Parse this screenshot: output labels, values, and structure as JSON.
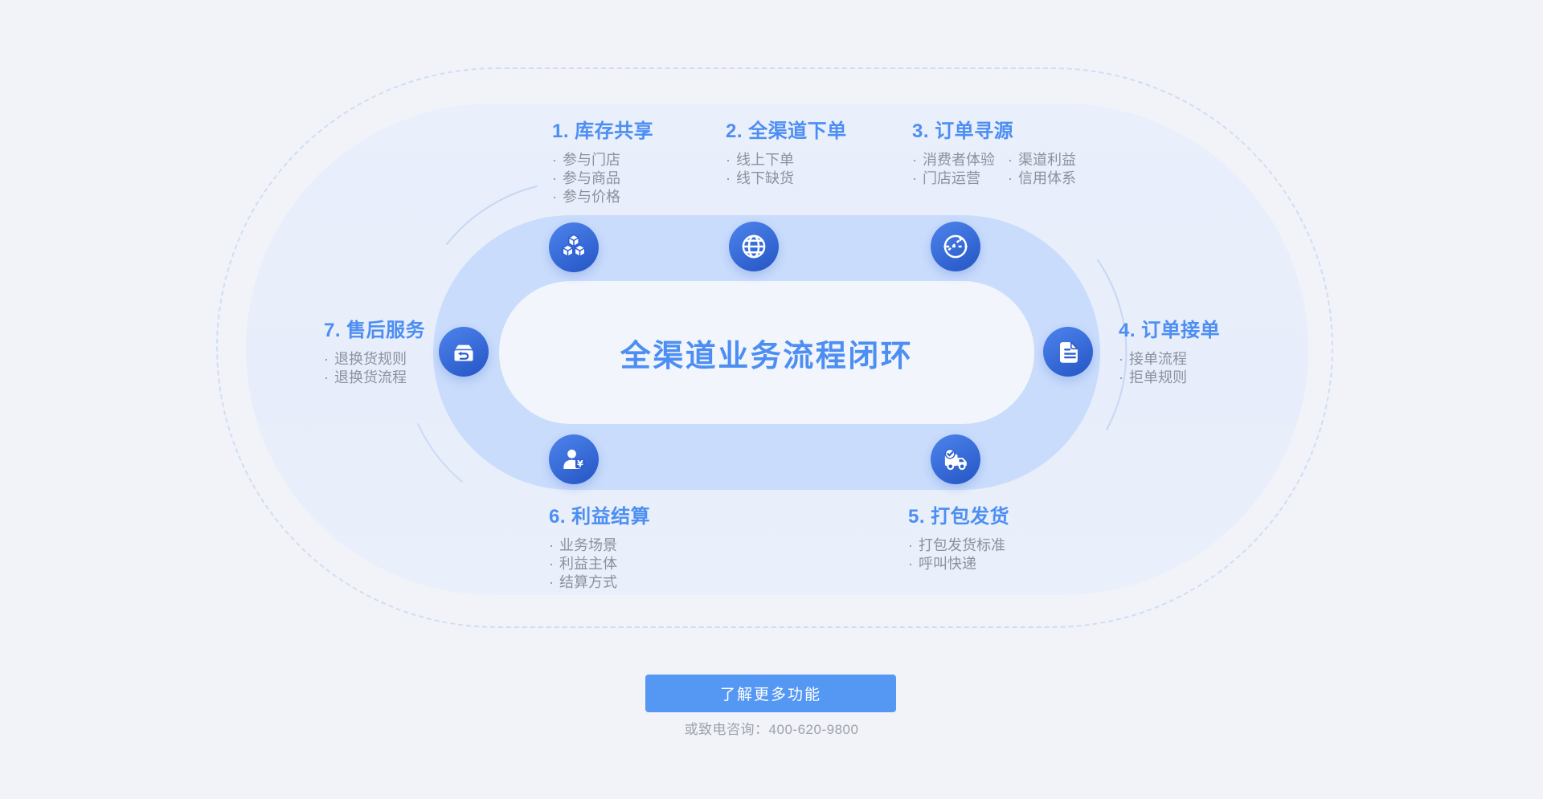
{
  "page": {
    "background": "#F2F3F8"
  },
  "diagram": {
    "center_title": "全渠道业务流程闭环",
    "bullet": "·",
    "steps": [
      {
        "title": "1. 库存共享",
        "icon": "cubes-icon",
        "items": [
          "参与门店",
          "参与商品",
          "参与价格"
        ]
      },
      {
        "title": "2. 全渠道下单",
        "icon": "globe-icon",
        "items": [
          "线上下单",
          "线下缺货"
        ]
      },
      {
        "title": "3. 订单寻源",
        "icon": "route-circle-icon",
        "items": [
          "消费者体验",
          "门店运营"
        ],
        "items2": [
          "渠道利益",
          "信用体系"
        ]
      },
      {
        "title": "4. 订单接单",
        "icon": "order-document-icon",
        "items": [
          "接单流程",
          "拒单规则"
        ]
      },
      {
        "title": "5. 打包发货",
        "icon": "delivery-truck-icon",
        "items": [
          "打包发货标准",
          "呼叫快递"
        ]
      },
      {
        "title": "6. 利益结算",
        "icon": "person-yuan-icon",
        "items": [
          "业务场景",
          "利益主体",
          "结算方式"
        ]
      },
      {
        "title": "7. 售后服务",
        "icon": "return-box-icon",
        "items": [
          "退换货规则",
          "退换货流程"
        ]
      }
    ]
  },
  "cta": {
    "button_label": "了解更多功能",
    "phone_note": "或致电咨询：400-620-9800"
  },
  "colors": {
    "accent_blue": "#4C8EF2",
    "ring_blue": "#C9DCFC",
    "panel_blue": "#E8EEFA",
    "inner_panel": "#F2F5FC",
    "button_blue": "#5598F3",
    "icon_gradient_start": "#4E83EC",
    "icon_gradient_end": "#2456C4",
    "icon_line_blue": "#2B5FD3",
    "body_text": "#8B919D",
    "dashed_border": "#CEDEF5"
  }
}
